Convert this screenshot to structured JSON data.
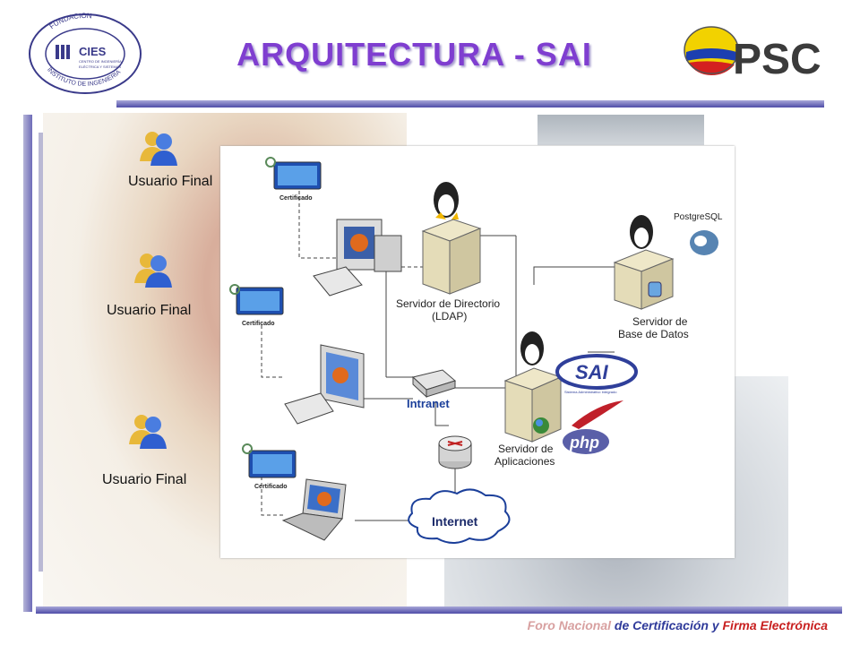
{
  "header": {
    "title": "ARQUITECTURA - SAI",
    "left_logo": {
      "top_text": "FUNDACIÓN",
      "bottom_text": "INSTITUTO DE INGENIERÍA",
      "acronym": "CIES",
      "line1": "CENTRO DE INGENIERÍA",
      "line2": "ELÉCTRICA Y SISTEMAS"
    },
    "right_logo": {
      "text": "PSC"
    }
  },
  "users": [
    {
      "label": "Usuario Final"
    },
    {
      "label": "Usuario Final"
    },
    {
      "label": "Usuario Final"
    }
  ],
  "diagram": {
    "cert_labels": [
      "Certificado",
      "Certificado",
      "Certificado"
    ],
    "ldap_server": {
      "line1": "Servidor de Directorio",
      "line2": "(LDAP)"
    },
    "db_server": {
      "line1": "Servidor de",
      "line2": "Base de Datos"
    },
    "app_server": {
      "line1": "Servidor de",
      "line2": "Aplicaciones"
    },
    "postgres_label": "PostgreSQL",
    "intranet_label": "Intranet",
    "internet_label": "Internet",
    "sai_label": "SAI",
    "sai_sub": "Sistema Administrativo Integrado",
    "php_label": "php"
  },
  "footer": {
    "part1": "Foro Nacional",
    "part2": " de Certificación y ",
    "part3": "Firma Electrónica"
  },
  "colors": {
    "title": "#7f3ed0",
    "bar": "#4e4ca8",
    "intranet": "#1b3f9a"
  }
}
